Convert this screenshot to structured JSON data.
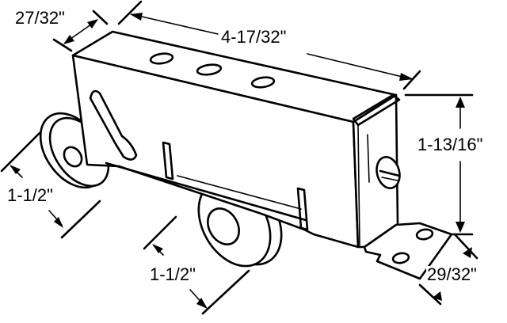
{
  "diagram": {
    "subject": "Sliding door roller assembly",
    "colors": {
      "line": "#000000",
      "background": "#ffffff"
    },
    "dimensions": {
      "depth": {
        "label": "27/32\""
      },
      "length": {
        "label": "4-17/32\""
      },
      "height": {
        "label": "1-13/16\""
      },
      "front_wheel": {
        "label": "1-1/2\""
      },
      "rear_wheel": {
        "label": "1-1/2\""
      },
      "bracket": {
        "label": "29/32\""
      }
    }
  }
}
